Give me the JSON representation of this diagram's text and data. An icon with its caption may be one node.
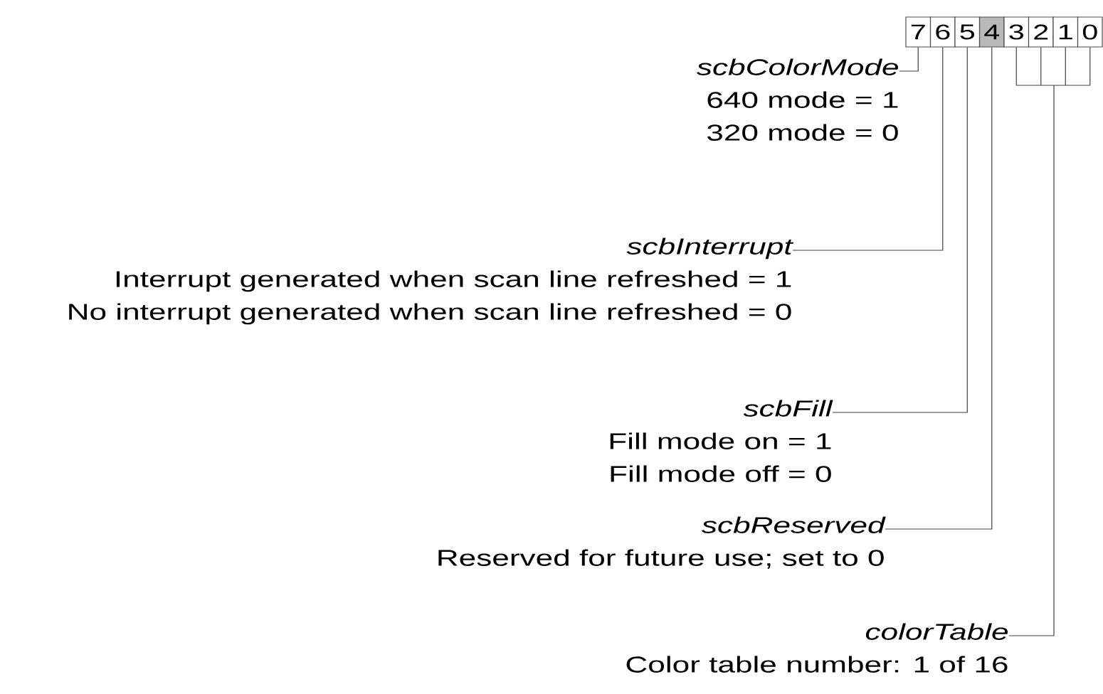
{
  "diagram": {
    "nodes": [
      {
        "text": [
          "7"
        ]
      },
      {
        "text": [
          "6"
        ]
      },
      {
        "text": [
          "5"
        ]
      },
      {
        "text": [
          "4"
        ]
      },
      {
        "text": [
          "3"
        ]
      },
      {
        "text": [
          "2"
        ]
      },
      {
        "text": [
          "1"
        ]
      },
      {
        "text": [
          "0"
        ]
      },
      {
        "text": [
          "scbColorMode",
          "640 mode = 1",
          "320 mode = 0"
        ]
      },
      {
        "text": [
          "scbInterrupt",
          "Interrupt generated when scan line refreshed = 1",
          "No interrupt generated when scan line refreshed = 0"
        ]
      },
      {
        "text": [
          "scbFill",
          "Fill mode on = 1",
          "Fill mode off = 0"
        ]
      },
      {
        "text": [
          "scbReserved",
          "Reserved for future use; set to 0"
        ]
      },
      {
        "text": [
          "colorTable",
          "Color table number: 1 of 16"
        ]
      }
    ],
    "edges": [
      {
        "from": 0,
        "to": 8,
        "arrow": "none"
      },
      {
        "from": 1,
        "to": 9,
        "arrow": "none"
      },
      {
        "from": 2,
        "to": 10,
        "arrow": "none"
      },
      {
        "from": 3,
        "to": 11,
        "arrow": "none"
      },
      {
        "from": 4,
        "to": 12,
        "arrow": "none"
      },
      {
        "from": 5,
        "to": 12,
        "arrow": "none"
      },
      {
        "from": 6,
        "to": 12,
        "arrow": "none"
      },
      {
        "from": 7,
        "to": 12,
        "arrow": "none"
      }
    ]
  }
}
